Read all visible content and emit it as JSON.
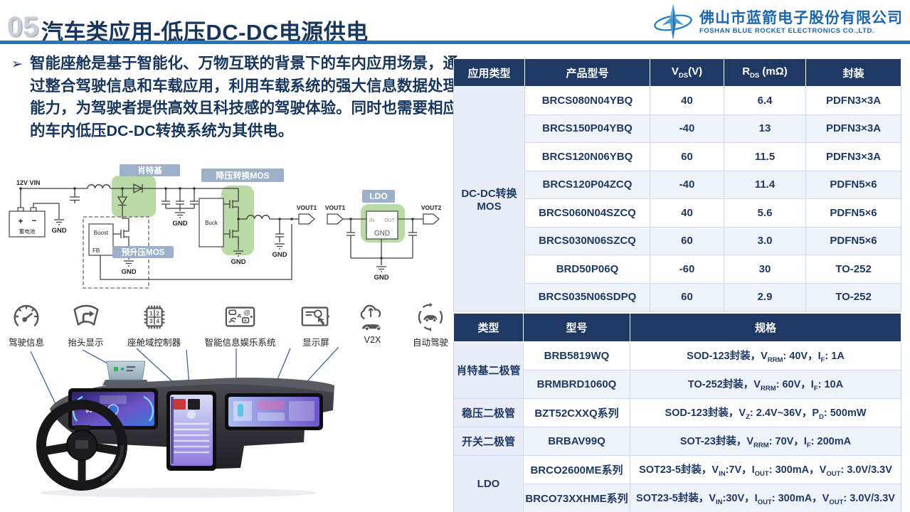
{
  "header": {
    "number": "05",
    "title": "汽车类应用-低压DC-DC电源供电",
    "logo": {
      "company_cn": "佛山市蓝箭电子股份有限公司",
      "company_en": "FOSHAN BLUE ROCKET ELECTRONICS CO.,LTD."
    }
  },
  "intro": {
    "bullet": "➢",
    "text": "智能座舱是基于智能化、万物互联的背景下的车内应用场景，通过整合驾驶信息和车载应用，利用车载系统的强大信息数据处理能力，为驾驶者提供高效且科技感的驾驶体验。同时也需要相应的车内低压DC-DC转换系统为其供电。"
  },
  "circuit": {
    "labels": {
      "vin": "12V VIN",
      "battery": "蓄电池",
      "gnd": "GND",
      "boost": "Boost",
      "fb": "FB",
      "buck": "Buck",
      "ldo_in": "IN",
      "ldo_out": "OUT",
      "ldo_gnd": "GND",
      "vout1": "VOUT1",
      "vout2": "VOUT2"
    },
    "chips": {
      "schottky": "肖特基",
      "buck_mos": "降压转换MOS",
      "preboost_mos": "预升压MOS",
      "ldo": "LDO"
    }
  },
  "features": [
    {
      "label": "驾驶信息",
      "icon": "speedometer-icon"
    },
    {
      "label": "抬头显示",
      "icon": "heads-up-display-icon"
    },
    {
      "label": "座舱域控制器",
      "icon": "domain-controller-chip-icon"
    },
    {
      "label": "智能信息娱乐系统",
      "icon": "infotainment-icon"
    },
    {
      "label": "显示屏",
      "icon": "display-touch-icon"
    },
    {
      "label": "V2X",
      "icon": "v2x-cloud-car-icon"
    },
    {
      "label": "自动驾驶",
      "icon": "autonomous-driving-icon"
    }
  ],
  "mos_table": {
    "headers": [
      "应用类型",
      "产品型号",
      "V_{DS}(V)",
      "R_{DS} (mΩ)",
      "封装"
    ],
    "category": "DC-DC转换MOS",
    "rows": [
      [
        "BRCS080N04YBQ",
        "40",
        "6.4",
        "PDFN3×3A"
      ],
      [
        "BRCS150P04YBQ",
        "-40",
        "13",
        "PDFN3×3A"
      ],
      [
        "BRCS120N06YBQ",
        "60",
        "11.5",
        "PDFN3×3A"
      ],
      [
        "BRCS120P04ZCQ",
        "-40",
        "11.4",
        "PDFN5×6"
      ],
      [
        "BRCS060N04SZCQ",
        "40",
        "5.6",
        "PDFN5×6"
      ],
      [
        "BRCS030N06SZCQ",
        "60",
        "3.0",
        "PDFN5×6"
      ],
      [
        "BRD50P06Q",
        "-60",
        "30",
        "TO-252"
      ],
      [
        "BRCS035N06SDPQ",
        "60",
        "2.9",
        "TO-252"
      ]
    ]
  },
  "diode_table": {
    "headers": [
      "类型",
      "型号",
      "规格"
    ],
    "groups": [
      {
        "type": "肖特基二极管",
        "rows": [
          {
            "model": "BRB5819WQ",
            "spec": "SOD-123封装，V_{RRM}: 40V，I_{F}: 1A"
          },
          {
            "model": "BRMBRD1060Q",
            "spec": "TO-252封装，V_{RRM}: 60V，I_{F}: 10A"
          }
        ]
      },
      {
        "type": "稳压二极管",
        "rows": [
          {
            "model": "BZT52CXXQ系列",
            "spec": "SOD-123封装，V_{Z}: 2.4V~36V，P_{D}: 500mW"
          }
        ]
      },
      {
        "type": "开关二极管",
        "rows": [
          {
            "model": "BRBAV99Q",
            "spec": "SOT-23封装，V_{RRM}: 70V，I_{F}: 200mA"
          }
        ]
      },
      {
        "type": "LDO",
        "rows": [
          {
            "model": "BRCO2600ME系列",
            "spec": "SOT23-5封装，V_{IN}:7V，I_{OUT}: 300mA，V_{OUT}: 3.0V/3.3V"
          },
          {
            "model": "BRCO73XXHME系列",
            "spec": "SOT23-5封装，V_{IN}:30V，I_{OUT}: 300mA，V_{OUT}: 3.0V/3.3V"
          }
        ]
      }
    ]
  },
  "colors": {
    "navy_text": "#17365d",
    "table_header_bg": "#1f3864",
    "accent_blue": "#2577bd",
    "highlight_green": "#a9d18e",
    "label_chip_blue": "#9cb0ca",
    "logo_blue": "#1b66ad"
  }
}
